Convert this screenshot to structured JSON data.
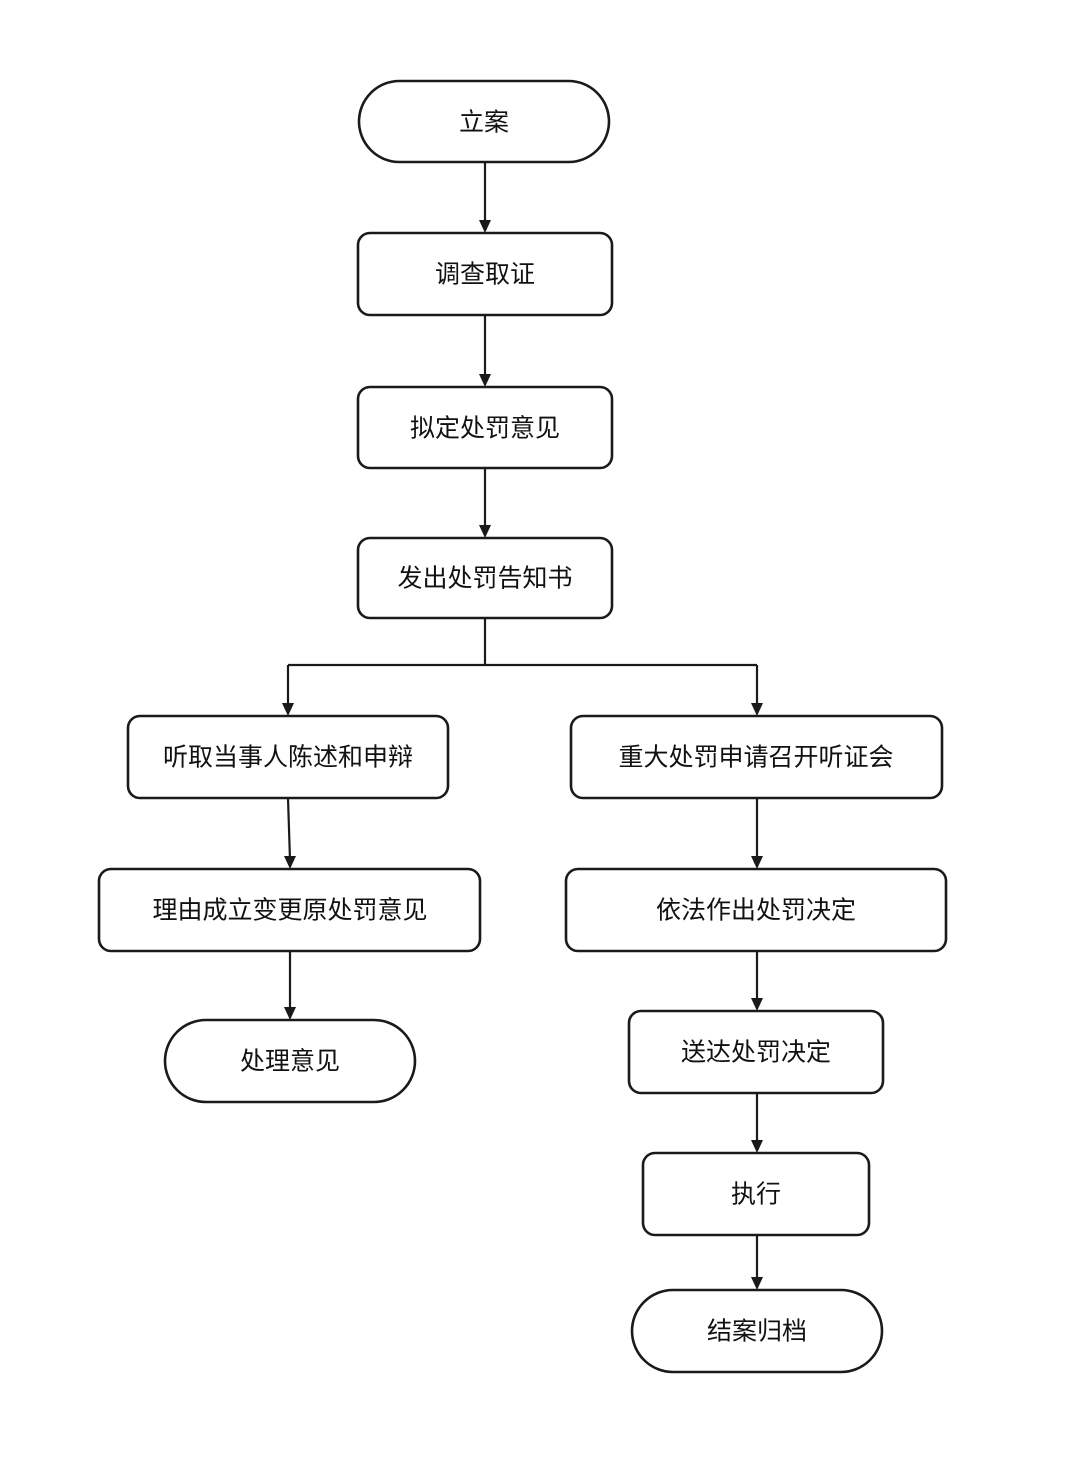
{
  "flowchart": {
    "nodes": [
      {
        "id": "n1",
        "label": "立案",
        "shape": "terminal"
      },
      {
        "id": "n2",
        "label": "调查取证",
        "shape": "process"
      },
      {
        "id": "n3",
        "label": "拟定处罚意见",
        "shape": "process"
      },
      {
        "id": "n4",
        "label": "发出处罚告知书",
        "shape": "process"
      },
      {
        "id": "n5",
        "label": "听取当事人陈述和申辩",
        "shape": "process"
      },
      {
        "id": "n6",
        "label": "理由成立变更原处罚意见",
        "shape": "process"
      },
      {
        "id": "n7",
        "label": "处理意见",
        "shape": "terminal"
      },
      {
        "id": "n8",
        "label": "重大处罚申请召开听证会",
        "shape": "process"
      },
      {
        "id": "n9",
        "label": "依法作出处罚决定",
        "shape": "process"
      },
      {
        "id": "n10",
        "label": "送达处罚决定",
        "shape": "process"
      },
      {
        "id": "n11",
        "label": "执行",
        "shape": "process"
      },
      {
        "id": "n12",
        "label": "结案归档",
        "shape": "terminal"
      }
    ],
    "edges": [
      {
        "from": "n1",
        "to": "n2"
      },
      {
        "from": "n2",
        "to": "n3"
      },
      {
        "from": "n3",
        "to": "n4"
      },
      {
        "from": "n4",
        "to": "n5"
      },
      {
        "from": "n4",
        "to": "n8"
      },
      {
        "from": "n5",
        "to": "n6"
      },
      {
        "from": "n6",
        "to": "n7"
      },
      {
        "from": "n8",
        "to": "n9"
      },
      {
        "from": "n9",
        "to": "n10"
      },
      {
        "from": "n10",
        "to": "n11"
      },
      {
        "from": "n11",
        "to": "n12"
      }
    ],
    "colors": {
      "line": "#1a1a1a",
      "fill": "#ffffff",
      "text": "#111111"
    }
  }
}
